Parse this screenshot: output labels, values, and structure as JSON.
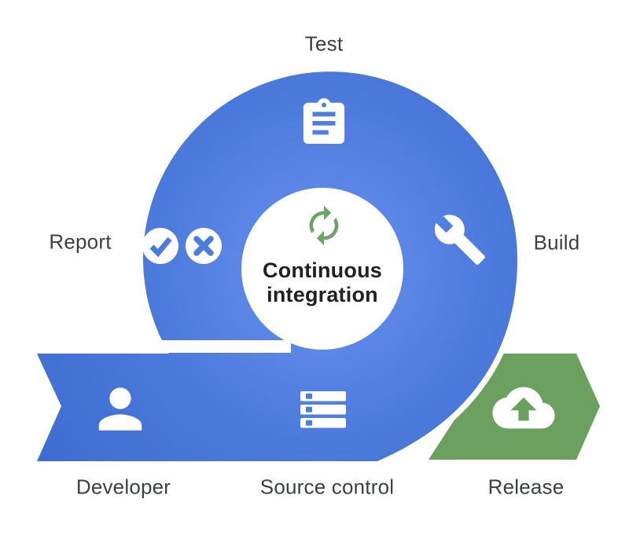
{
  "diagram": {
    "title": {
      "line1": "Continuous",
      "line2": "integration"
    },
    "center_icon": "sync-icon",
    "stages": [
      {
        "id": "test",
        "label": "Test",
        "icon": "clipboard-icon"
      },
      {
        "id": "build",
        "label": "Build",
        "icon": "wrench-icon"
      },
      {
        "id": "release",
        "label": "Release",
        "icon": "cloud-upload-icon"
      },
      {
        "id": "source-control",
        "label": "Source control",
        "icon": "server-stack-icon"
      },
      {
        "id": "developer",
        "label": "Developer",
        "icon": "person-icon"
      },
      {
        "id": "report",
        "label": "Report",
        "icon": "check-and-cross-icons"
      }
    ],
    "colors": {
      "ribbon_blue_inner": "#6591ec",
      "ribbon_blue_mid": "#4b7adc",
      "ribbon_blue_outer": "#3e6cd0",
      "release_green": "#6BA05F",
      "sync_icon_green": "#6FA468",
      "glyph_blue": "#4c7cdd",
      "label_text": "#3c4043",
      "title_text": "#202124",
      "background": "#ffffff"
    }
  }
}
